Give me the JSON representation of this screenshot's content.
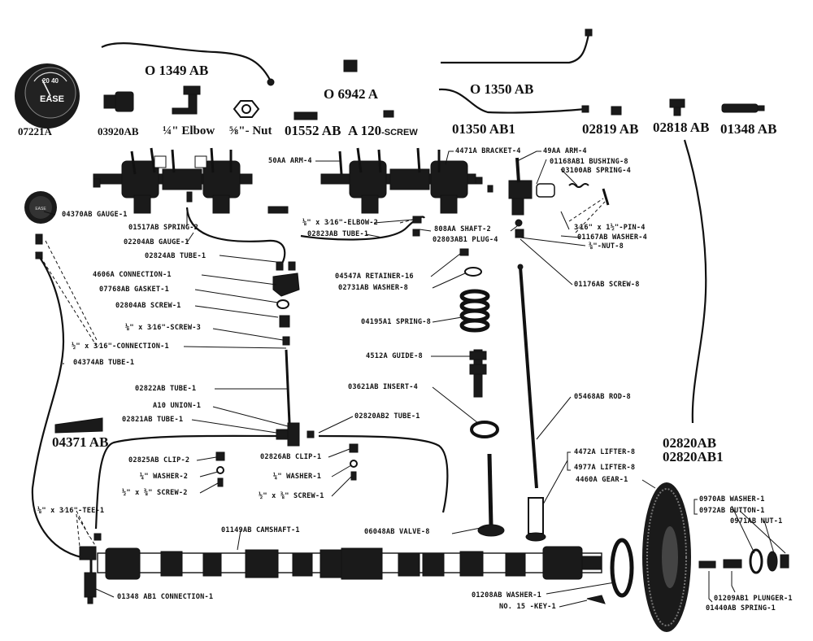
{
  "gauge_face": {
    "scale": "20  40",
    "word": "EASE",
    "small_gauge_word": "EASE"
  },
  "top_labels": {
    "l1": "O 1349 AB",
    "l2": "O 6942 A",
    "l3": "O 1350 AB",
    "l4": "07221A",
    "l5": "03920AB",
    "l6": "¼\" Elbow",
    "l7": "⅝\"- Nut",
    "l8": "01552 AB",
    "l9a": "A 120",
    "l9b": "-SCREW",
    "l10": "01350 AB1",
    "l11": "02819 AB",
    "l12": "02818 AB",
    "l13": "01348 AB",
    "l14": "04371 AB",
    "l15": "02820AB",
    "l16": "02820AB1"
  },
  "callouts": [
    "50AA ARM-4",
    "4471A BRACKET-4",
    "49AA ARM-4",
    "01168AB1 BUSHING-8",
    "03100AB SPRING-4",
    "04370AB GAUGE-1",
    "01517AB SPRING-2",
    "02204AB GAUGE-1",
    "⅛\" x 3⁄16\"-ELBOW-2",
    "02823AB TUBE-1",
    "808AA SHAFT-2",
    "02803AB1 PLUG-4",
    "3⁄16\" x 1½\"-PIN-4",
    "01167AB WASHER-4",
    "⅜\"-NUT-8",
    "02824AB TUBE-1",
    "4606A CONNECTION-1",
    "04547A RETAINER-16",
    "02731AB WASHER-8",
    "01176AB SCREW-8",
    "07768AB GASKET-1",
    "02804AB SCREW-1",
    "04195A1 SPRING-8",
    "⅛\" x 3⁄16\"-SCREW-3",
    "½\" x 3⁄16\"-CONNECTION-1",
    "4512A GUIDE-8",
    "04374AB TUBE-1",
    "03621AB INSERT-4",
    "02822AB TUBE-1",
    "A10 UNION-1",
    "05468AB ROD-8",
    "02821AB TUBE-1",
    "02820AB2 TUBE-1",
    "02825AB CLIP-2",
    "02826AB CLIP-1",
    "¼\" WASHER-2",
    "¼\" WASHER-1",
    "½\" x ⅜\" SCREW-2",
    "½\" x ⅜\" SCREW-1",
    "4472A LIFTER-8",
    "4977A LIFTER-8",
    "4460A GEAR-1",
    "0970AB WASHER-1",
    "0972AB BUTTON-1",
    "0971AB NUT-1",
    "⅛\" x 3⁄16\"-TEE-1",
    "01149AB CAMSHAFT-1",
    "06048AB VALVE-8",
    "01208AB WASHER-1",
    "NO. 15 -KEY-1",
    "01209AB1 PLUNGER-1",
    "01440AB SPRING-1",
    "01348 AB1 CONNECTION-1"
  ]
}
